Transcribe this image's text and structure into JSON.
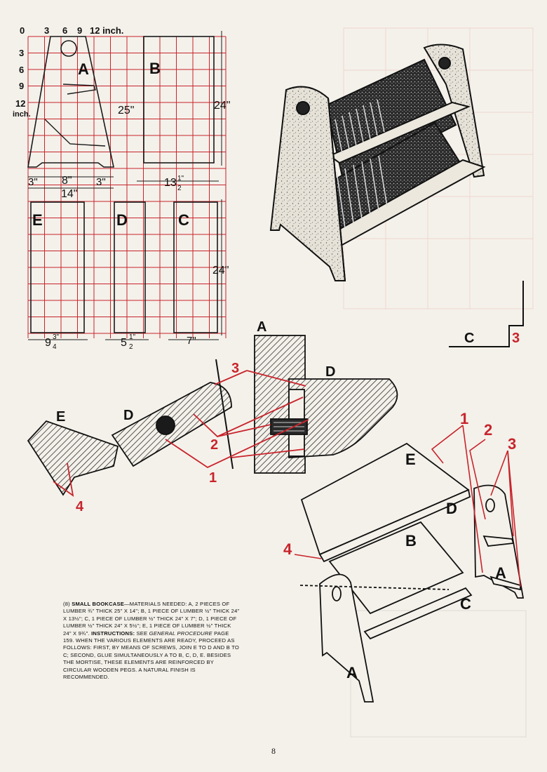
{
  "grid_plan": {
    "top_scale": [
      "0",
      "3",
      "6",
      "9",
      "12 inch."
    ],
    "side_scale": [
      "3",
      "6",
      "9",
      "12"
    ],
    "side_unit": "inch.",
    "panels": {
      "a": "A",
      "b": "B",
      "c": "C",
      "d": "D",
      "e": "E"
    },
    "dimensions": {
      "a_height": "25\"",
      "b_height": "24\"",
      "c_height": "24\"",
      "a_left_foot": "3\"",
      "a_mid": "8\"",
      "a_right_foot": "3\"",
      "a_width": "14\"",
      "b_width_whole": "13",
      "b_width_frac": "1\"",
      "b_width_den": "2",
      "e_width_whole": "9",
      "e_width_frac": "3\"",
      "e_width_den": "4",
      "d_width_whole": "5",
      "d_width_frac": "1\"",
      "d_width_den": "2",
      "c_width": "7\""
    }
  },
  "joint_detail": {
    "labels": {
      "a": "A",
      "d_top": "D",
      "d_shelf": "D",
      "e": "E",
      "c": "C"
    },
    "callouts": [
      "1",
      "2",
      "3",
      "4",
      "3"
    ]
  },
  "assembly": {
    "labels": {
      "e": "E",
      "d": "D",
      "b": "B",
      "c": "C",
      "a_left": "A",
      "a_right": "A"
    },
    "callouts": [
      "1",
      "2",
      "3",
      "4"
    ]
  },
  "colors": {
    "red": "#c8242c",
    "ink": "#1a1a1a",
    "paper": "#f4f1ea"
  },
  "caption": {
    "number": "(8)",
    "title": "SMALL BOOKCASE",
    "materials": "—MATERIALS NEEDED: A, 2 PIECES OF LUMBER ¾\" THICK 25\" x 14\"; B, 1 PIECE OF LUMBER ½\" THICK 24\" x 13½\"; C, 1 PIECE OF LUMBER ½\" THICK 24\" x 7\"; D, 1 PIECE OF LUMBER ½\" THICK 24\" x 5½\"; E, 1 PIECE OF LUMBER ½\" THICK 24\" x 9¾\".",
    "instructions_label": "INSTRUCTIONS:",
    "instructions_see": " SEE ",
    "procedure": "GENERAL PROCEDURE",
    "instructions_rest": " PAGE 159. WHEN THE VARIOUS ELEMENTS ARE READY, PROCEED AS FOLLOWS: FIRST, BY MEANS OF SCREWS, JOIN E TO D AND B TO C; SECOND, GLUE SIMULTANEOUSLY A TO B, C, D, E. BESIDES THE MORTISE, THESE ELEMENTS ARE REINFORCED BY CIRCULAR WOODEN PEGS. A NATURAL FINISH IS RECOMMENDED."
  },
  "page_number": "8"
}
